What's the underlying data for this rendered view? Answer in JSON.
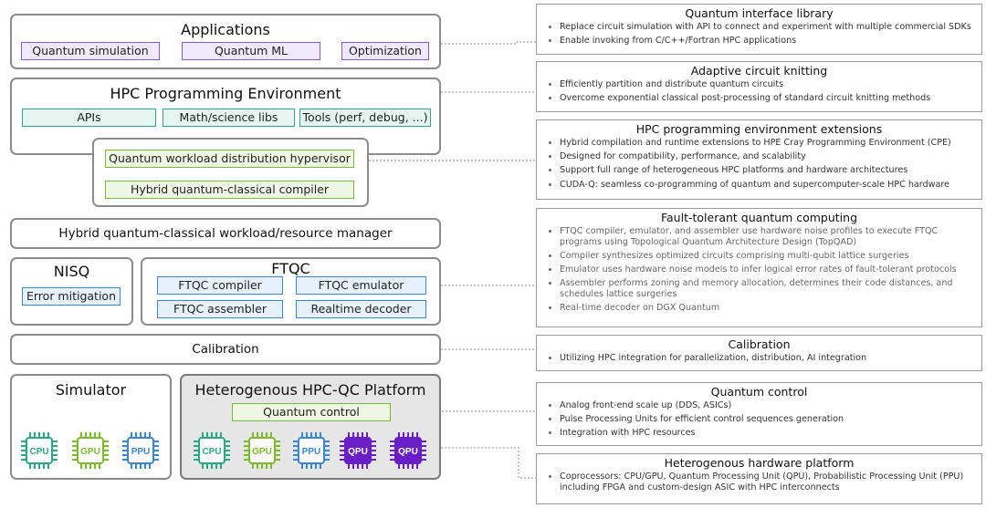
{
  "left": {
    "applications": {
      "title": "Applications",
      "items": [
        "Quantum simulation",
        "Quantum ML",
        "Optimization"
      ]
    },
    "hpc_env": {
      "title": "HPC Programming Environment",
      "items": [
        "APIs",
        "Math/science libs",
        "Tools (perf, debug, ...)"
      ]
    },
    "hypervisor": {
      "items": [
        "Quantum workload distribution hypervisor",
        "Hybrid quantum-classical compiler"
      ]
    },
    "manager": {
      "title": "Hybrid quantum-classical workload/resource manager"
    },
    "nisq": {
      "title": "NISQ",
      "items": [
        "Error mitigation"
      ]
    },
    "ftqc": {
      "title": "FTQC",
      "items": [
        "FTQC compiler",
        "FTQC emulator",
        "FTQC assembler",
        "Realtime decoder"
      ]
    },
    "calibration": {
      "title": "Calibration"
    },
    "simulator": {
      "title": "Simulator",
      "chips": [
        "CPU",
        "GPU",
        "PPU"
      ]
    },
    "platform": {
      "title": "Heterogenous HPC-QC Platform",
      "control": "Quantum control",
      "chips": [
        "CPU",
        "GPU",
        "PPU",
        "QPU",
        "QPU"
      ]
    }
  },
  "right": [
    {
      "title": "Quantum interface library",
      "bullets": [
        "Replace circuit simulation with API to connect and experiment with multiple commercial SDKs",
        "Enable invoking from C/C++/Fortran HPC applications"
      ]
    },
    {
      "title": "Adaptive circuit knitting",
      "bullets": [
        "Efficiently partition and distribute quantum circuits",
        "Overcome exponential classical post-processing of standard circuit knitting methods"
      ]
    },
    {
      "title": "HPC programming environment extensions",
      "bullets": [
        "Hybrid compilation and runtime extensions to HPE Cray Programming Environment (CPE)",
        "Designed for compatibility, performance, and scalability",
        "Support full range of heterogeneous HPC platforms and hardware architectures",
        "CUDA-Q: seamless co-programming of quantum and supercomputer-scale HPC hardware"
      ]
    },
    {
      "title": "Fault-tolerant quantum computing",
      "bullets": [
        "FTQC compiler, emulator, and assembler use hardware noise profiles to execute FTQC programs using Topological Quantum Architecture Design (TopQAD)",
        "Compiler synthesizes optimized circuits comprising multi-qubit lattice surgeries",
        "Emulator uses hardware noise models to infer logical error rates of fault-tolerant protocols",
        "Assembler performs zoning and memory allocation, determines their code distances, and schedules lattice surgeries",
        "Real-time decoder on DGX Quantum"
      ]
    },
    {
      "title": "Calibration",
      "bullets": [
        "Utilizing HPC integration for parallelization, distribution, AI integration"
      ]
    },
    {
      "title": "Quantum control",
      "bullets": [
        "Analog front-end scale up (DDS, ASICs)",
        "Pulse Processing Units for efficient control sequences generation",
        "Integration with HPC resources"
      ]
    },
    {
      "title": "Heterogenous hardware platform",
      "bullets": [
        "Coprocessors: CPU/GPU, Quantum Processing Unit (QPU), Probabilistic Processing Unit (PPU) including FPGA and custom-design ASIC with HPC interconnects"
      ]
    }
  ],
  "colors": {
    "cpu": "#2aa884",
    "gpu": "#7cbb2c",
    "ppu": "#3a86d0",
    "qpu": "#6a1fc6",
    "border": "#8c8c8c"
  }
}
